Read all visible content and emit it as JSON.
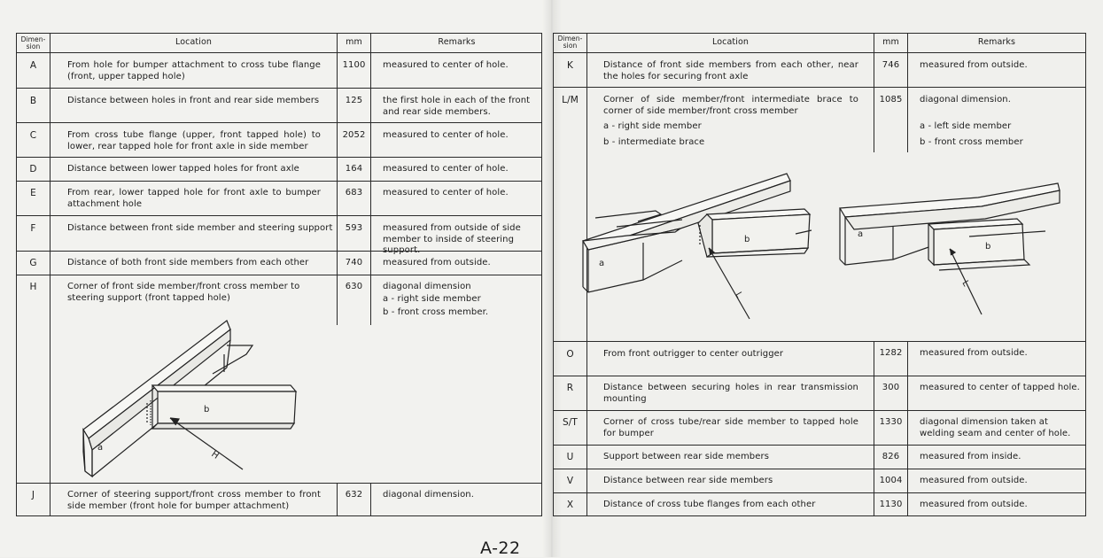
{
  "headers": {
    "dimension": "Dimen-\nsion",
    "location": "Location",
    "mm": "mm",
    "remarks": "Remarks"
  },
  "left_rows": [
    {
      "dim": "A",
      "location": "From hole for bumper attachment to cross tube flange (front, upper tapped hole)",
      "mm": "1100",
      "remarks": "measured to center of hole."
    },
    {
      "dim": "B",
      "location": "Distance between holes in front and rear side members",
      "mm": "125",
      "remarks": "the first hole in each of the front and rear side members."
    },
    {
      "dim": "C",
      "location": "From cross tube flange (upper, front tapped hole) to lower, rear tapped hole for front axle in side member",
      "mm": "2052",
      "remarks": "measured to center of hole."
    },
    {
      "dim": "D",
      "location": "Distance between lower tapped holes for front axle",
      "mm": "164",
      "remarks": "measured to center of hole."
    },
    {
      "dim": "E",
      "location": "From rear, lower tapped hole for front axle to bumper attachment hole",
      "mm": "683",
      "remarks": "measured to center of hole."
    },
    {
      "dim": "F",
      "location": "Distance between front side member and steering support",
      "mm": "593",
      "remarks": "measured from outside of side member to inside of steering support."
    },
    {
      "dim": "G",
      "location": "Distance of both front side members from each other",
      "mm": "740",
      "remarks": "measured from outside."
    },
    {
      "dim": "H",
      "location": "Corner of front side member/front cross member to steering support (front tapped hole)",
      "mm": "630",
      "remarks": "diagonal dimension",
      "remarks_a": "a - right side member",
      "remarks_b": "b - front cross member."
    },
    {
      "dim": "J",
      "location": "Corner of steering support/front cross member to front side member (front hole for bumper attachment)",
      "mm": "632",
      "remarks": "diagonal dimension."
    }
  ],
  "right_rows": [
    {
      "dim": "K",
      "location": "Distance of front side members from each other, near the holes for securing front axle",
      "mm": "746",
      "remarks": "measured from outside."
    },
    {
      "dim": "L/M",
      "location": "Corner of side member/front intermediate brace to corner of side member/front cross member",
      "loc_a": "a - right side member",
      "loc_b": "b - intermediate brace",
      "mm": "1085",
      "remarks": "diagonal dimension.",
      "remarks_a": "a - left side member",
      "remarks_b": "b - front cross member"
    },
    {
      "dim": "O",
      "location": "From front outrigger to center outrigger",
      "mm": "1282",
      "remarks": "measured from outside."
    },
    {
      "dim": "R",
      "location": "Distance between securing holes in rear transmission mounting",
      "mm": "300",
      "remarks": "measured to center of tapped hole."
    },
    {
      "dim": "S/T",
      "location": "Corner of cross tube/rear side member to tapped hole for bumper",
      "mm": "1330",
      "remarks": "diagonal dimension taken at welding seam and center of hole."
    },
    {
      "dim": "U",
      "location": "Support between rear side members",
      "mm": "826",
      "remarks": "measured from inside."
    },
    {
      "dim": "V",
      "location": "Distance between rear side members",
      "mm": "1004",
      "remarks": "measured from outside."
    },
    {
      "dim": "X",
      "location": "Distance of cross tube flanges from each other",
      "mm": "1130",
      "remarks": "measured from outside."
    }
  ],
  "figure_labels": {
    "fig_h": {
      "a": "a",
      "b": "b",
      "dim": "H"
    },
    "fig_l": {
      "a": "a",
      "b": "b",
      "dim": "L"
    },
    "fig_m": {
      "a": "a",
      "b": "b",
      "dim": "L"
    }
  },
  "page_number": "A-22"
}
